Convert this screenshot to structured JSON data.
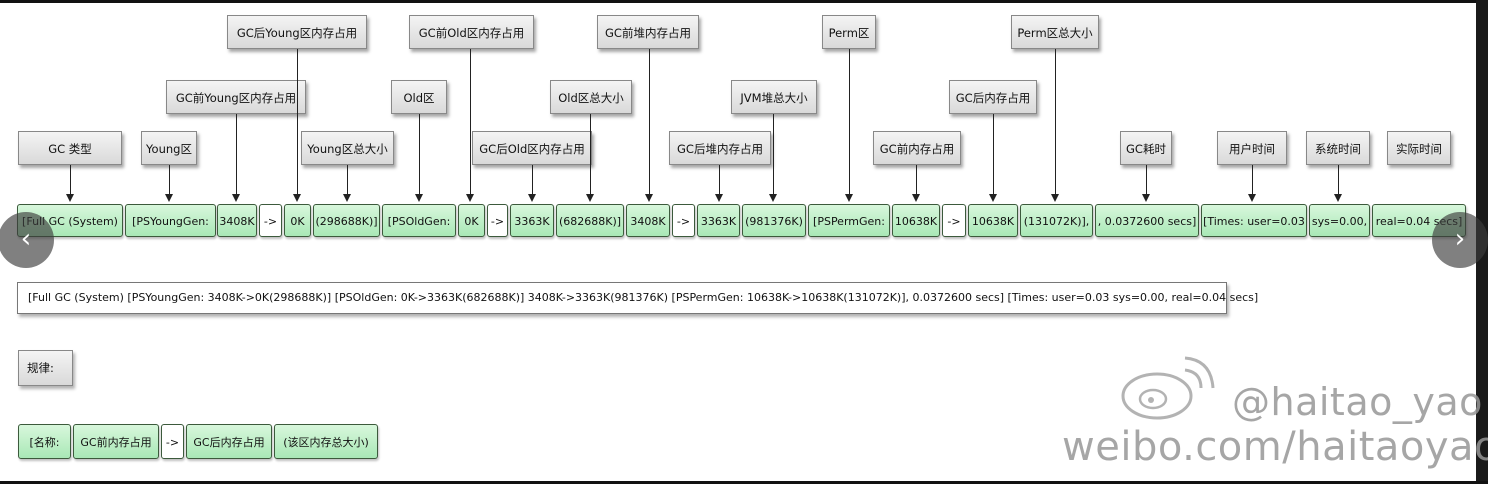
{
  "labels": {
    "gc_type": "GC 类型",
    "young": "Young区",
    "before_young": "GC前Young区内存占用",
    "after_young": "GC后Young区内存占用",
    "young_total": "Young区总大小",
    "old": "Old区",
    "before_old": "GC前Old区内存占用",
    "after_old": "GC后Old区内存占用",
    "old_total": "Old区总大小",
    "before_heap": "GC前堆内存占用",
    "after_heap": "GC后堆内存占用",
    "jvm_total": "JVM堆总大小",
    "perm": "Perm区",
    "before_mem": "GC前内存占用",
    "after_mem": "GC后内存占用",
    "perm_total": "Perm区总大小",
    "gc_time": "GC耗时",
    "user_time": "用户时间",
    "sys_time": "系统时间",
    "real_time": "实际时间"
  },
  "bar": {
    "full_gc": "[Full GC (System)",
    "ps_young": "[PSYoungGen:",
    "y_before": "3408K",
    "y_arrow": "->",
    "y_after": "0K",
    "y_total": "(298688K)]",
    "ps_old": "[PSOldGen:",
    "o_before": "0K",
    "o_arrow": "->",
    "o_after": "3363K",
    "o_total": "(682688K)]",
    "h_before": "3408K",
    "h_arrow": "->",
    "h_after": "3363K",
    "h_total": "(981376K)",
    "ps_perm": "[PSPermGen:",
    "p_before": "10638K",
    "p_arrow": "->",
    "p_after": "10638K",
    "p_total": "(131072K)],",
    "gc_secs": ", 0.0372600 secs]",
    "times_user": "[Times: user=0.03",
    "sys": "sys=0.00,",
    "real": "real=0.04 secs]"
  },
  "full_line": "[Full GC (System) [PSYoungGen: 3408K->0K(298688K)] [PSOldGen: 0K->3363K(682688K)] 3408K->3363K(981376K) [PSPermGen: 10638K->10638K(131072K)], 0.0372600 secs] [Times: user=0.03 sys=0.00, real=0.04 secs]",
  "rule_label": "规律:",
  "legend": {
    "name": "[名称:",
    "before": "GC前内存占用",
    "arrow": "->",
    "after": "GC后内存占用",
    "total": "(该区内存总大小)"
  },
  "nav": {
    "prev": "‹",
    "next": "›"
  },
  "watermark": {
    "handle": "@haitao_yao",
    "url": "weibo.com/haitaoyao"
  }
}
